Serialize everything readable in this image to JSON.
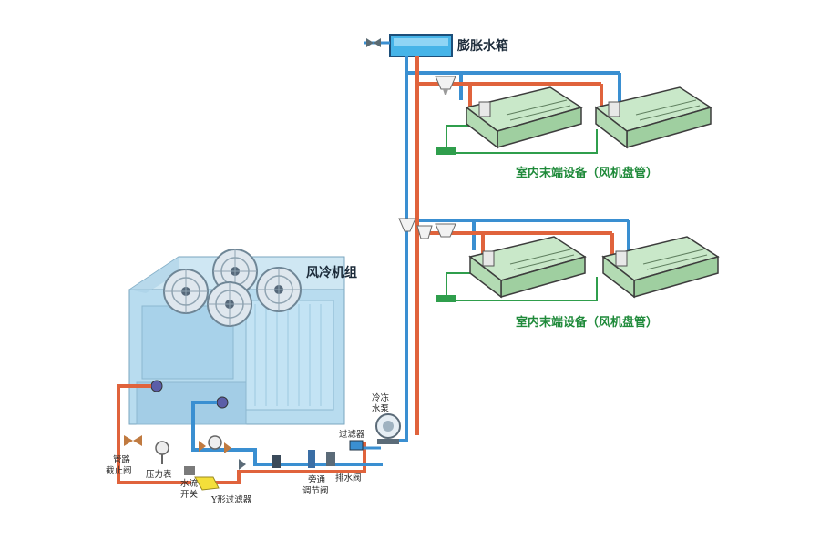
{
  "colors": {
    "supply_pipe": "#e0633c",
    "return_pipe": "#3a8fd1",
    "chiller_body": "#b8dcef",
    "coil_unit": "#c9e8c9",
    "fan_disc": "#dfe7ee",
    "label_green": "#1f8a3a",
    "label_dark": "#1c2b3a",
    "valve": "#c07a40"
  },
  "labels": {
    "expansion_tank": "膨胀水箱",
    "chiller": "风冷机组",
    "indoor_1": "室内末端设备（风机盘管）",
    "indoor_2": "室内末端设备（风机盘管）",
    "pump": "冷冻水泵",
    "filter": "过滤器",
    "drain_valve": "排水阀",
    "bypass_valve": "旁通调节阀",
    "shutoff_valve": "管路截止阀",
    "pressure_gauge": "压力表",
    "flow_switch": "水流开关",
    "y_filter": "Y形过滤器"
  },
  "icons": {
    "fan": "fan-icon",
    "pump": "pump-icon",
    "valve": "valve-icon",
    "gauge": "pressure-gauge-icon",
    "filter": "y-filter-icon"
  }
}
